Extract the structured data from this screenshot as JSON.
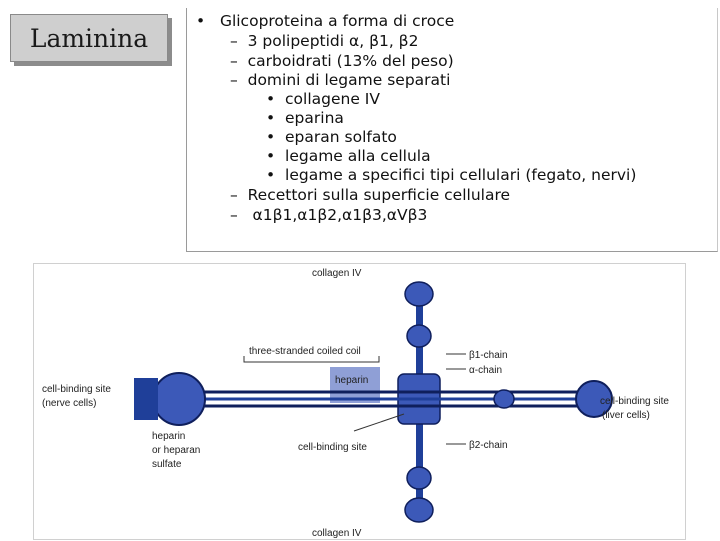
{
  "slide": {
    "title": "Laminina",
    "bullets": [
      {
        "marker": "•",
        "text": "Glicoproteina a forma di croce"
      },
      {
        "marker": "–",
        "text": "3 polipeptidi α, β1, β2"
      },
      {
        "marker": "–",
        "text": "carboidrati (13% del peso)"
      },
      {
        "marker": "–",
        "text": "domini di legame separati"
      },
      {
        "marker": "•",
        "text": "collagene IV"
      },
      {
        "marker": "•",
        "text": "eparina"
      },
      {
        "marker": "•",
        "text": "eparan solfato"
      },
      {
        "marker": "•",
        "text": "legame alla cellula"
      },
      {
        "marker": "•",
        "text": "legame a specifici tipi cellulari (fegato, nervi)"
      },
      {
        "marker": "–",
        "text": "Recettori sulla superficie cellulare"
      },
      {
        "marker": "–",
        "text": "α1β1,α1β2,α1β3,αVβ3"
      }
    ]
  },
  "diagram": {
    "labels": {
      "collagen_top": "collagen IV",
      "collagen_bottom": "collagen IV",
      "coiled_coil": "three-stranded coiled coil",
      "heparin": "heparin",
      "b1_chain": "β1-chain",
      "alpha_chain": "α-chain",
      "b2_chain": "β2-chain",
      "cell_binding_left_1": "cell-binding site",
      "cell_binding_left_2": "(nerve cells)",
      "cell_binding_right_1": "cell-binding site",
      "cell_binding_right_2": "(liver cells)",
      "cell_binding_center": "cell-binding site",
      "heparin_or_1": "heparin",
      "heparin_or_2": "or heparan",
      "heparin_or_3": "sulfate"
    },
    "colors": {
      "chain_blue": "#1f3f99",
      "chain_dark": "#0f1f5c",
      "domain_fill": "#3c59b8",
      "heparin_box": "#8f9fd6",
      "background": "#ffffff"
    }
  }
}
